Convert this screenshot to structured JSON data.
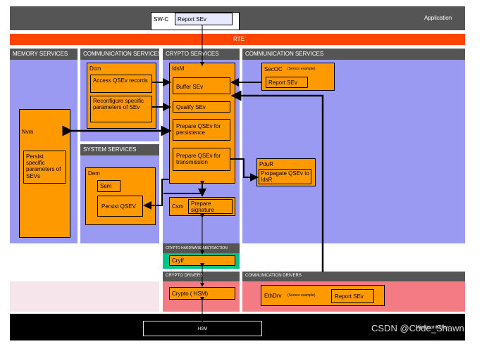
{
  "top": {
    "swc": "SW-C",
    "report": "Report SEv",
    "application": "Application"
  },
  "rte": "RTE",
  "memory_services": {
    "header": "MEMORY SERVICES",
    "nvm": "Nvm",
    "persist": "Persist specific parameters of SEVs"
  },
  "comm_services_left": {
    "header": "COMMUNICATION SERVICES",
    "dcm": "Dcm",
    "access": "Access QSEv records",
    "reconfig": "Reconfigure specific parameters of SEv"
  },
  "system_services": {
    "header": "SYSTEM SERVICES",
    "dem": "Dem",
    "sem": "Sem",
    "persist": "Persist QSEV"
  },
  "crypto_services": {
    "header": "CRYPTO SERVICES",
    "idsm": "IdsM",
    "buffer": "Buffer SEv",
    "qualify": "Qualify SEv",
    "prepare_persistence": "Prepare QSEv for persistence",
    "prepare_transmission": "Prepare QSEv for transmission",
    "csm": "Csm",
    "prepare_signature": "Prepare signature"
  },
  "comm_services_right": {
    "header": "COMMUNICATION SERVICES",
    "secoc": "SecOC",
    "secoc_note": "(Sensor example)",
    "report": "Report SEv",
    "pdur": "PduR",
    "propagate": "Propagate QSEv to IdsR"
  },
  "crypto_hw_abstraction": {
    "header": "CRYPTO HARDWARE ABSTRACTION",
    "cryif": "CryIf"
  },
  "crypto_drivers": {
    "header": "CRYPTO DRIVERS",
    "crypto": "Crypto ( HSM)"
  },
  "comm_drivers": {
    "header": "COMMUNICATION DRIVERS",
    "ethdrv": "EthDrv",
    "ethdrv_note": "(Sensor example)",
    "report": "Report SEv"
  },
  "bottom": {
    "hsm": "HSM",
    "microcontroller": "Microcontroller",
    "watermark": "CSDN @Code_Shawn"
  },
  "colors": {
    "dark": "#555555",
    "orange": "#ff9900",
    "blue": "#9a9af2",
    "pink": "#f47a83",
    "rte": "#ff4500",
    "cryif_border": "#00c389"
  }
}
